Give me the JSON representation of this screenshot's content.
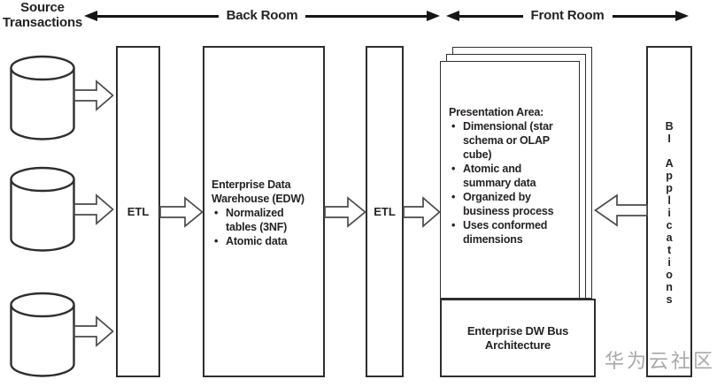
{
  "header": {
    "source_transactions": "Source\nTransactions",
    "back_room": "Back Room",
    "front_room": "Front Room"
  },
  "back_room_stage": {
    "etl1_label": "ETL",
    "edw": {
      "title": "Enterprise Data Warehouse (EDW)",
      "bullets": [
        "Normalized tables (3NF)",
        "Atomic data"
      ]
    },
    "etl2_label": "ETL"
  },
  "front_room_stage": {
    "presentation": {
      "title": "Presentation Area:",
      "bullets": [
        "Dimensional (star schema or OLAP cube)",
        "Atomic and summary data",
        "Organized by business process",
        "Uses conformed dimensions"
      ]
    },
    "bus_label": "Enterprise DW Bus\nArchitecture",
    "bi_vertical_label": "B\nI\n\nA\np\np\nl\ni\nc\na\nt\ni\no\nn\ns"
  },
  "watermark": "华为云社区",
  "colors": {
    "line": "#2e2e2e",
    "text": "#262223",
    "room_arrow": "#161616",
    "watermark": "#a9a9a9",
    "background": "#ffffff"
  },
  "icons": {
    "cylinder": "database-cylinder",
    "block_arrow": "flow-arrow"
  }
}
